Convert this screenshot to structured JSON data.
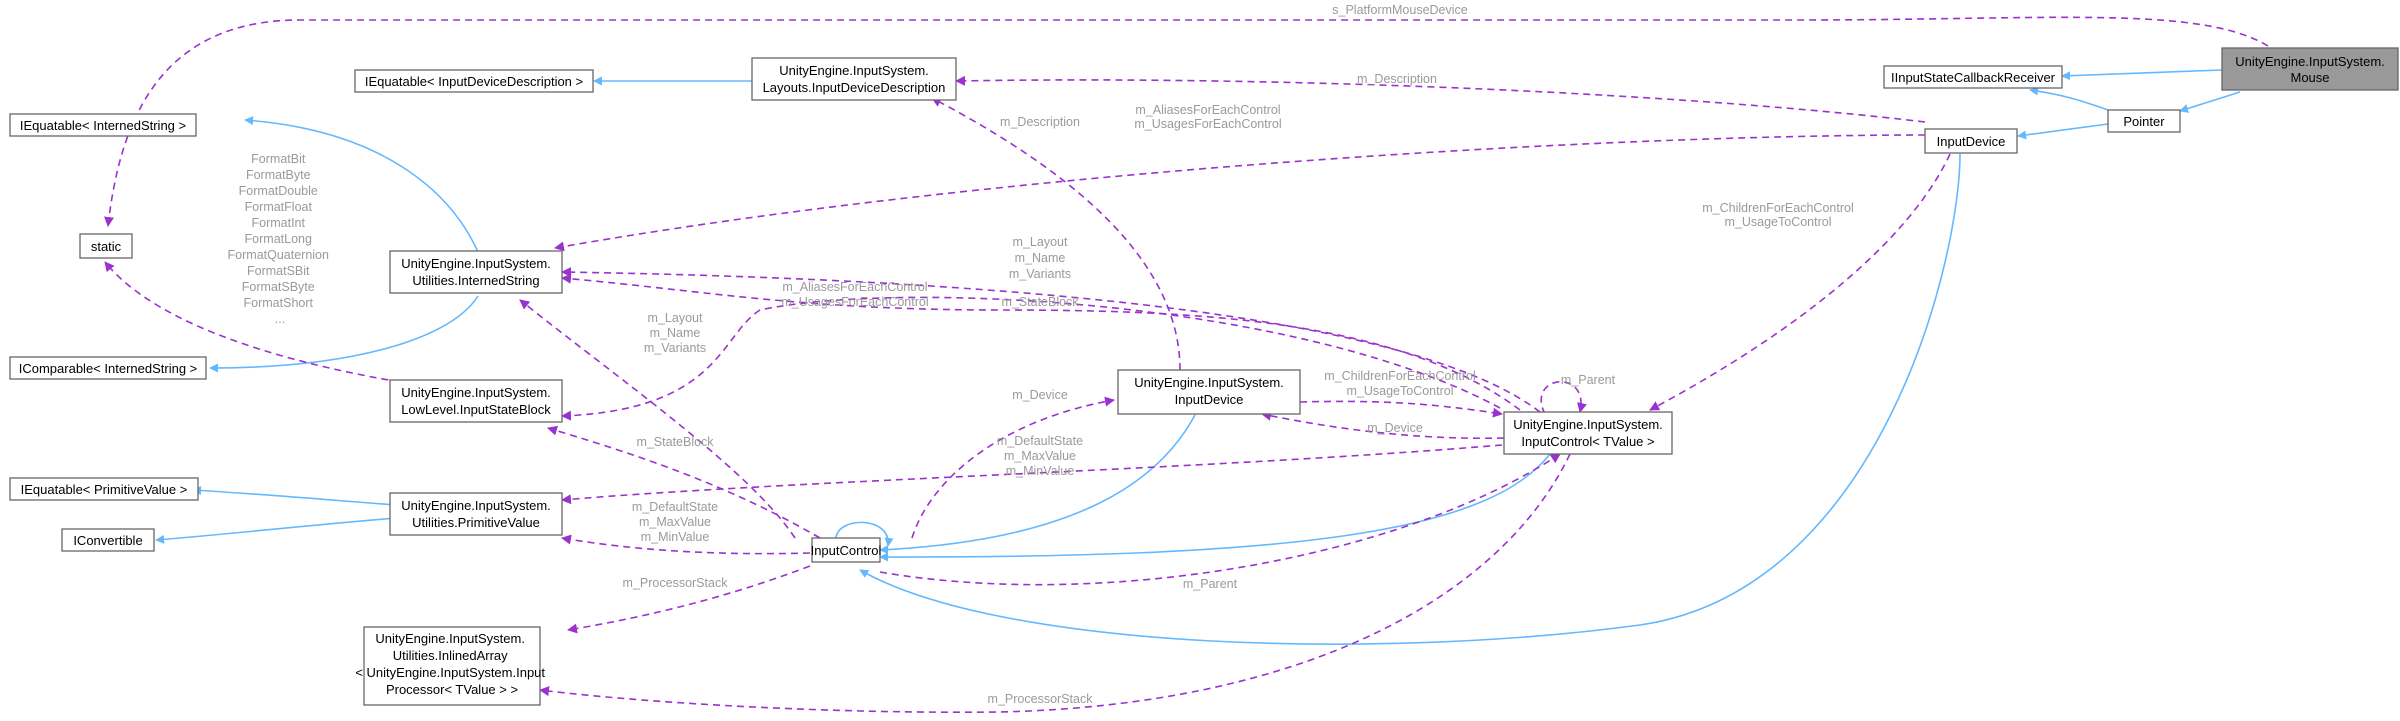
{
  "diagram": {
    "title": "",
    "colors": {
      "inheritance": "#63b8ff",
      "usage": "#9a32cd",
      "label": "#9a9a9a",
      "node_border": "#666666",
      "highlight_fill": "#999999"
    },
    "nodes": {
      "mouse": [
        "UnityEngine.InputSystem.",
        "Mouse"
      ],
      "iinputstate": [
        "IInputStateCallbackReceiver"
      ],
      "pointer": [
        "Pointer"
      ],
      "inputdevice_short": [
        "InputDevice"
      ],
      "idesc": [
        "UnityEngine.InputSystem.",
        "Layouts.InputDeviceDescription"
      ],
      "iequatable_desc": [
        "IEquatable< InputDeviceDescription >"
      ],
      "iequatable_interned": [
        "IEquatable< InternedString >"
      ],
      "static": [
        "static"
      ],
      "icomparable": [
        "IComparable< InternedString >"
      ],
      "internedstring": [
        "UnityEngine.InputSystem.",
        "Utilities.InternedString"
      ],
      "statblock": [
        "UnityEngine.InputSystem.",
        "LowLevel.InputStateBlock"
      ],
      "iequatable_prim": [
        "IEquatable< PrimitiveValue >"
      ],
      "iconvertible": [
        "IConvertible"
      ],
      "primitivevalue": [
        "UnityEngine.InputSystem.",
        "Utilities.PrimitiveValue"
      ],
      "inlinedarray": [
        "UnityEngine.InputSystem.",
        "Utilities.InlinedArray",
        "< UnityEngine.InputSystem.Input",
        "Processor< TValue > >"
      ],
      "inputcontrol": [
        "InputControl"
      ],
      "uidevice": [
        "UnityEngine.InputSystem.",
        "InputDevice"
      ],
      "inputcontrol_t": [
        "UnityEngine.InputSystem.",
        "InputControl< TValue >"
      ]
    },
    "edge_labels": {
      "platform_mouse": [
        "s_PlatformMouseDevice"
      ],
      "m_description_top": [
        "m_Description"
      ],
      "aliases_device": [
        "m_AliasesForEachControl",
        "m_UsagesForEachControl"
      ],
      "m_description_mid": [
        "m_Description"
      ],
      "children_device": [
        "m_ChildrenForEachControl",
        "m_UsageToControl"
      ],
      "formats": [
        "FormatBit",
        "FormatByte",
        "FormatDouble",
        "FormatFloat",
        "FormatInt",
        "FormatLong",
        "FormatQuaternion",
        "FormatSBit",
        "FormatSByte",
        "FormatShort",
        "..."
      ],
      "layout_top": [
        "m_Layout",
        "m_Name",
        "m_Variants"
      ],
      "aliases_ict": [
        "m_AliasesForEachControl",
        "m_UsagesForEachControl"
      ],
      "stateblock_ict": [
        "m_StateBlock"
      ],
      "layout_ic": [
        "m_Layout",
        "m_Name",
        "m_Variants"
      ],
      "parent_self": [
        "m_Parent"
      ],
      "children_ict": [
        "m_ChildrenForEachControl",
        "m_UsageToControl"
      ],
      "m_device_ict": [
        "m_Device"
      ],
      "m_device_ic": [
        "m_Device"
      ],
      "default_ict": [
        "m_DefaultState",
        "m_MaxValue",
        "m_MinValue"
      ],
      "stateblock_ic": [
        "m_StateBlock"
      ],
      "default_ic": [
        "m_DefaultState",
        "m_MaxValue",
        "m_MinValue"
      ],
      "processor_ic": [
        "m_ProcessorStack"
      ],
      "parent_ic": [
        "m_Parent"
      ],
      "processor_ict": [
        "m_ProcessorStack"
      ]
    }
  }
}
